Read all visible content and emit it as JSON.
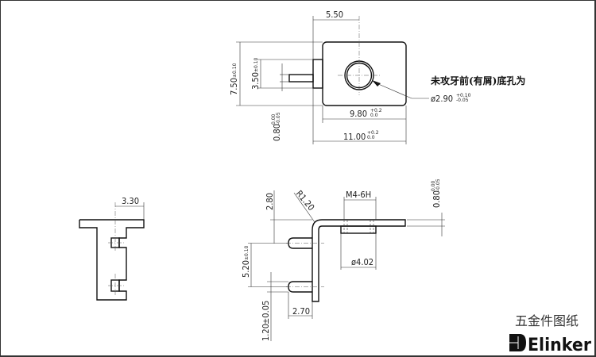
{
  "top_view": {
    "dim_width_hole": "5.50",
    "dim_height": "7.50",
    "dim_height_tol": "±0.10",
    "dim_tab": "3.50",
    "dim_tab_tol": "±0.10",
    "dim_thickness": "0.80",
    "dim_thickness_tol_upper": "0.00",
    "dim_thickness_tol_lower": "-0.05",
    "dim_plate_length": "9.80",
    "dim_plate_tol_upper": "+0.2",
    "dim_plate_tol_lower": "0.0",
    "dim_total_length": "11.00",
    "dim_total_tol_upper": "+0.2",
    "dim_total_tol_lower": "0.0",
    "note": "未攻牙前(有屑)底孔为",
    "hole_dim": "ø2.90",
    "hole_tol_upper": "+0.10",
    "hole_tol_lower": "-0.05"
  },
  "left_view": {
    "dim_width": "3.30"
  },
  "side_view": {
    "dim_height": "2.80",
    "dim_radius": "R1.20",
    "dim_thread": "M4-6H",
    "dim_boss_dia": "ø4.02",
    "dim_thickness": "0.80",
    "dim_thickness_tol_upper": "0.00",
    "dim_thickness_tol_lower": "-0.05",
    "dim_pin_spacing": "5.20",
    "dim_pin_spacing_tol": "±0.10",
    "dim_pin_dia": "1.20",
    "dim_pin_dia_tol": "±0.05",
    "dim_pin_length": "2.70"
  },
  "title_block": {
    "title": "五金件图纸",
    "brand": "Elinker"
  }
}
